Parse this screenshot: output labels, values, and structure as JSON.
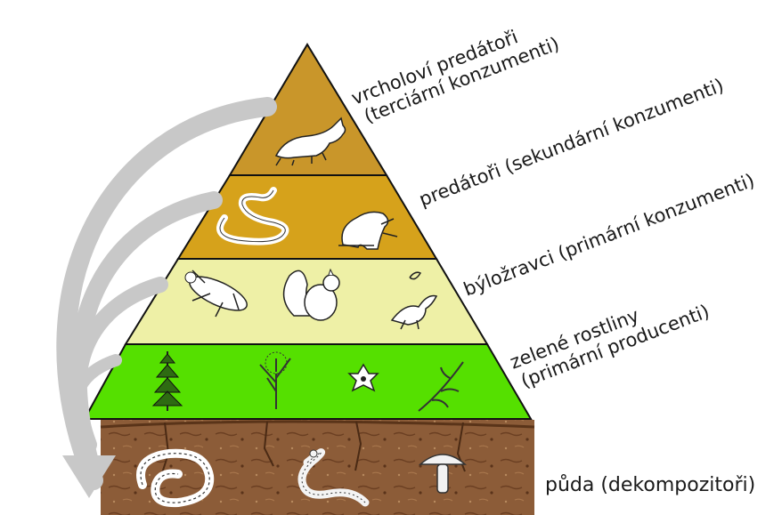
{
  "levels": [
    {
      "id": "apex",
      "label_lines": [
        "vrcholoví predátoři",
        "(terciární konzumenti)"
      ],
      "color": "#c9962a",
      "organisms": [
        "fox-icon"
      ]
    },
    {
      "id": "predators",
      "label_lines": [
        "predátoři (sekundární konzumenti)"
      ],
      "color": "#d4a019",
      "organisms": [
        "snake-icon",
        "frog-icon"
      ]
    },
    {
      "id": "herbivores",
      "label_lines": [
        "býložravci (primární konzumenti)"
      ],
      "color": "#eef0a6",
      "organisms": [
        "beetle-icon",
        "squirrel-icon",
        "bird-icon"
      ]
    },
    {
      "id": "producers",
      "label_lines": [
        "zelené rostliny",
        "(primární producenti)"
      ],
      "color": "#55e000",
      "organisms": [
        "spruce-icon",
        "tree-icon",
        "flower-icon",
        "herb-icon"
      ]
    },
    {
      "id": "soil",
      "label_lines": [
        "půda (dekompozitoři)"
      ],
      "color": "#8a5a36",
      "organisms": [
        "earthworm-icon",
        "worm-icon",
        "mushroom-icon"
      ]
    }
  ],
  "arrow_color": "#c8c8c8"
}
